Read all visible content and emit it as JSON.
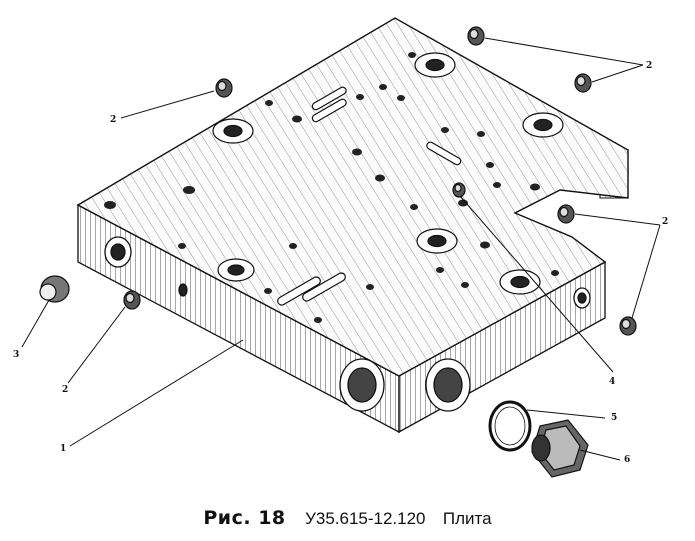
{
  "figure": {
    "callouts": [
      "1",
      "2",
      "3",
      "4",
      "5",
      "6"
    ],
    "caption": {
      "figure_label": "Рис. 18",
      "part_number": "У35.615-12.120",
      "part_name": "Плита"
    }
  }
}
